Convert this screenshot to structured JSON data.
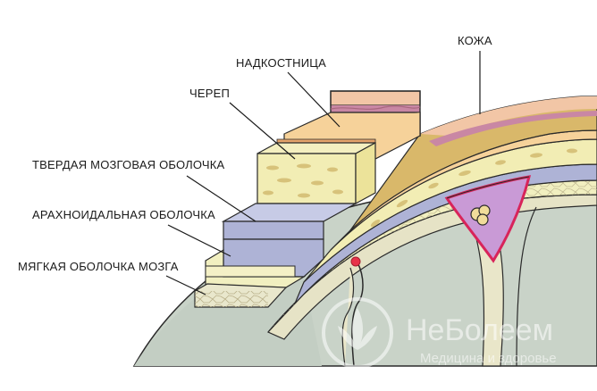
{
  "labels": {
    "skin": "КОЖА",
    "periosteum": "НАДКОСТНИЦА",
    "skull": "ЧЕРЕП",
    "dura": "ТВЕРДАЯ МОЗГОВАЯ ОБОЛОЧКА",
    "arachnoid": "АРАХНОИДАЛЬНАЯ ОБОЛОЧКА",
    "pia": "МЯГКАЯ ОБОЛОЧКА МОЗГА"
  },
  "watermark": {
    "brand": "НеБолеем",
    "tagline": "Медицина и здоровье"
  },
  "colors": {
    "skin_top": "#f2c6a6",
    "skin_mid": "#d9b86a",
    "skin_band": "#c987a4",
    "periosteum": "#f6d29a",
    "skull": "#f2edb4",
    "skull_spots": "#d7c27a",
    "dura": "#aeb3d6",
    "arachnoid": "#f1efc0",
    "pia": "#e9e7cc",
    "brain": "#c9d3c8",
    "sinus": "#c99ad6",
    "sinus_border": "#d8245a",
    "outline": "#2a2a2a"
  }
}
